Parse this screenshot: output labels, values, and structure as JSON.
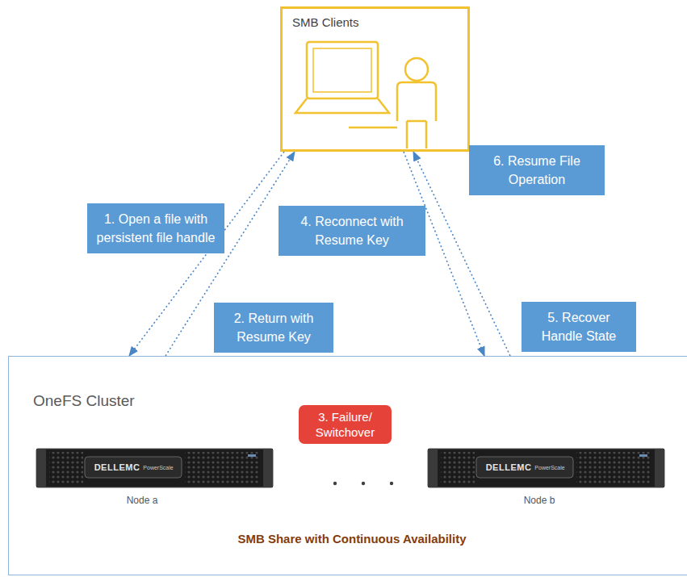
{
  "diagram": {
    "nodes": [
      {
        "text": [
          "SMB Clients"
        ]
      },
      {
        "text": [
          "1. Open a file with persistent file handle"
        ]
      },
      {
        "text": [
          "4. Reconnect with Resume Key"
        ]
      },
      {
        "text": [
          "6. Resume File Operation"
        ]
      },
      {
        "text": [
          "2. Return with Resume Key"
        ]
      },
      {
        "text": [
          "5. Recover Handle State"
        ]
      },
      {
        "text": [
          "OneFS Cluster",
          "SMB Share with Continuous Availability"
        ]
      },
      {
        "text": [
          "3. Failure/ Switchover"
        ],
        "in": 6
      }
    ],
    "edges": [
      {
        "from": 0,
        "to": 6,
        "arrow": "to"
      },
      {
        "from": 6,
        "to": 0,
        "arrow": "to"
      },
      {
        "from": 0,
        "to": 6,
        "arrow": "to"
      },
      {
        "from": 6,
        "to": 0,
        "arrow": "to"
      }
    ],
    "labels": [
      "DELLEMC",
      "PowerScale",
      "Node a",
      "DELLEMC",
      "PowerScale",
      "Node b"
    ]
  }
}
